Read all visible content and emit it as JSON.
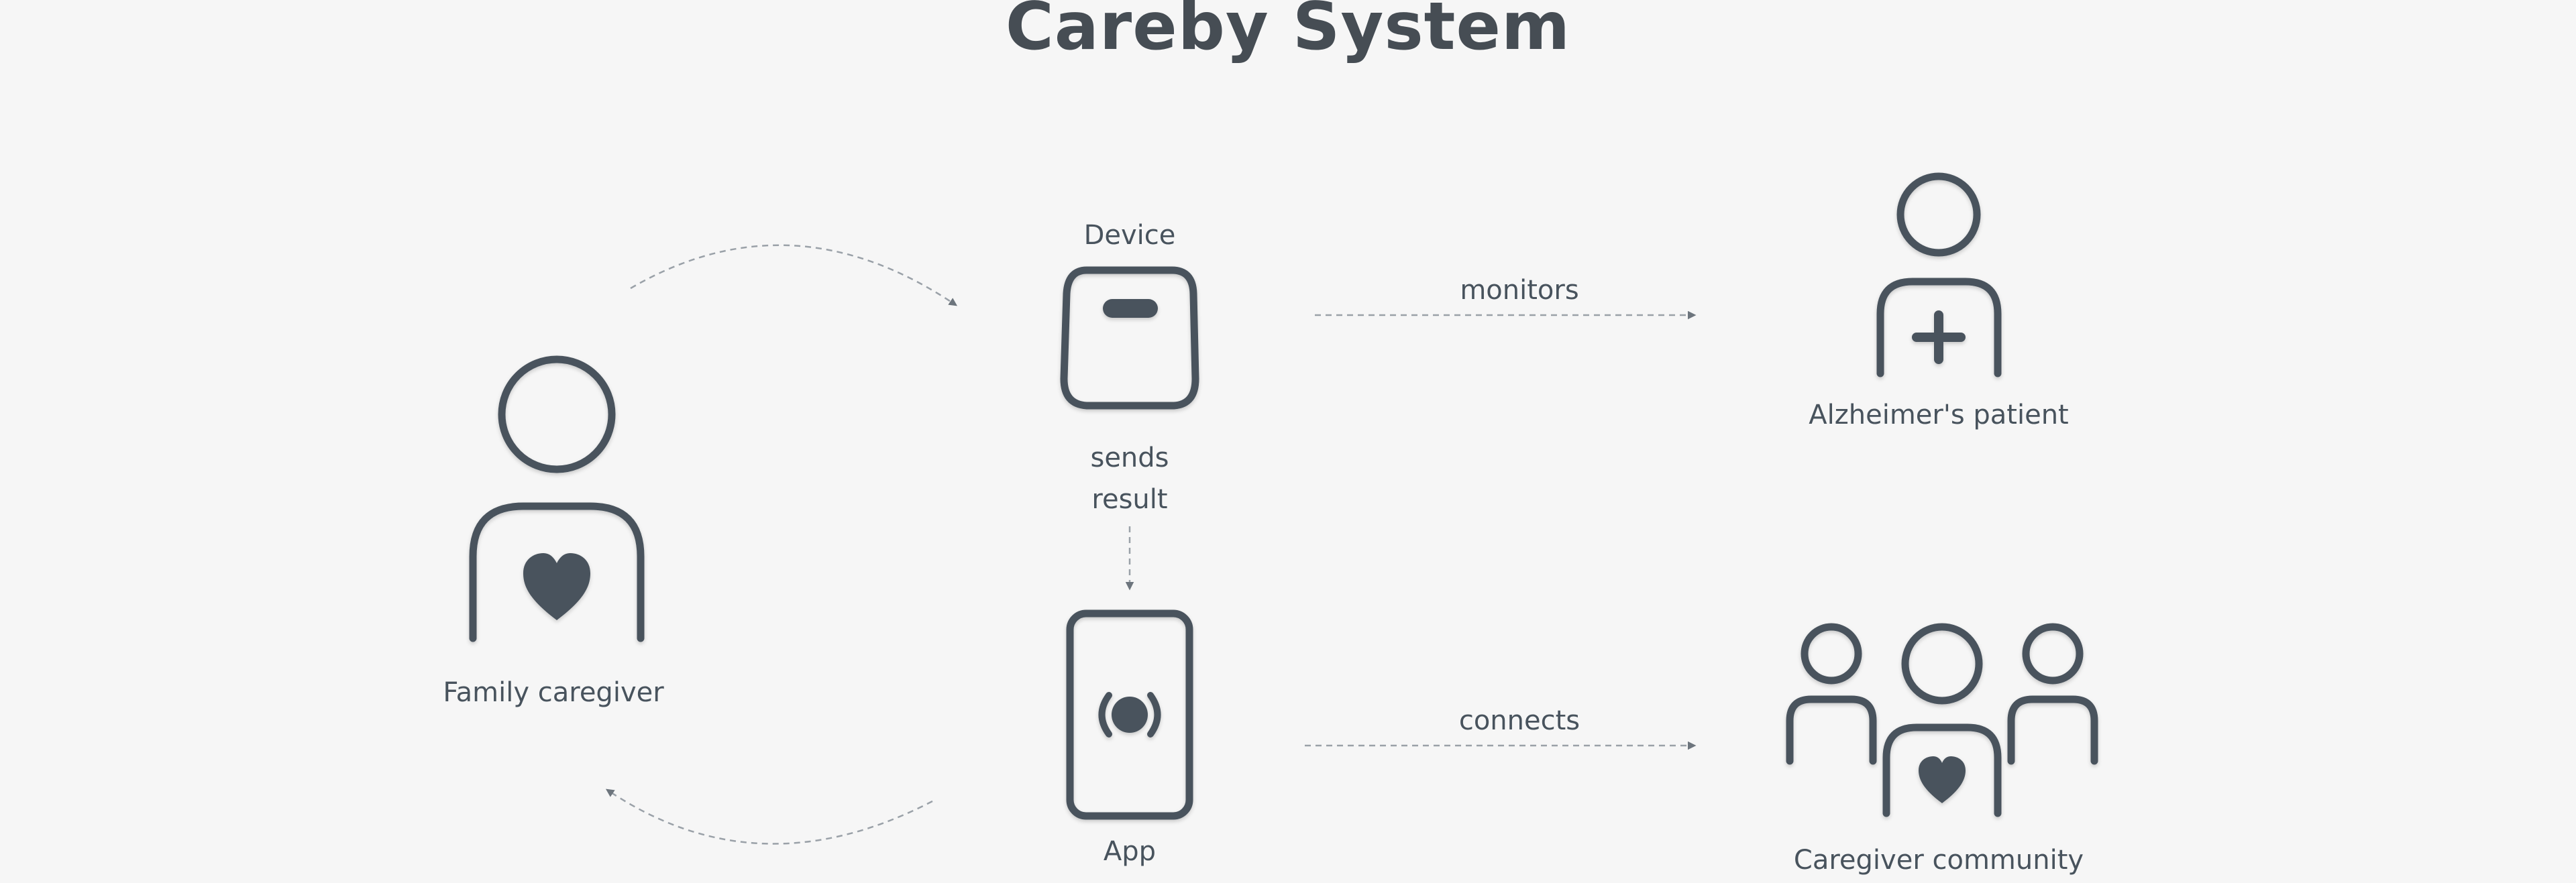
{
  "title": "Careby System",
  "nodes": {
    "family_caregiver": {
      "label": "Family caregiver",
      "icon": "person-heart-icon"
    },
    "device": {
      "label": "Device",
      "icon": "device-icon"
    },
    "app": {
      "label": "App",
      "icon": "phone-app-icon"
    },
    "patient": {
      "label": "Alzheimer's patient",
      "icon": "person-plus-icon"
    },
    "community": {
      "label": "Caregiver community",
      "icon": "group-heart-icon"
    }
  },
  "edges": {
    "sends_result": {
      "line1": "sends",
      "line2": "result"
    },
    "monitors": {
      "label": "monitors"
    },
    "connects": {
      "label": "connects"
    }
  },
  "colors": {
    "ink": "#48535d",
    "background": "#f6f6f6",
    "title": "#464d54"
  }
}
